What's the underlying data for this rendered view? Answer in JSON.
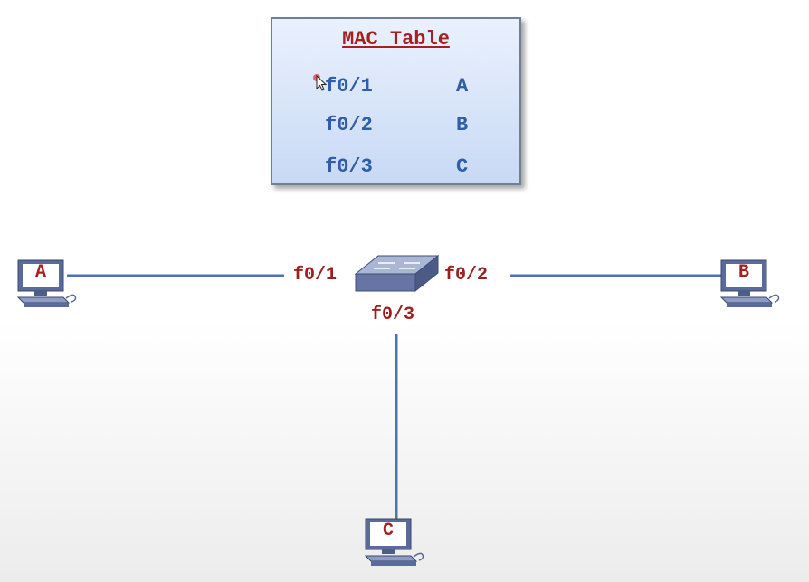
{
  "mac_table": {
    "title": "MAC Table",
    "rows": [
      {
        "port": "f0/1",
        "host": "A"
      },
      {
        "port": "f0/2",
        "host": "B"
      },
      {
        "port": "f0/3",
        "host": "C"
      }
    ]
  },
  "switch_ports": {
    "left": "f0/1",
    "right": "f0/2",
    "bottom": "f0/3"
  },
  "hosts": {
    "a": "A",
    "b": "B",
    "c": "C"
  },
  "colors": {
    "link": "#4e73ad",
    "label_red": "#9a2020",
    "table_text_blue": "#2e5ea6"
  }
}
